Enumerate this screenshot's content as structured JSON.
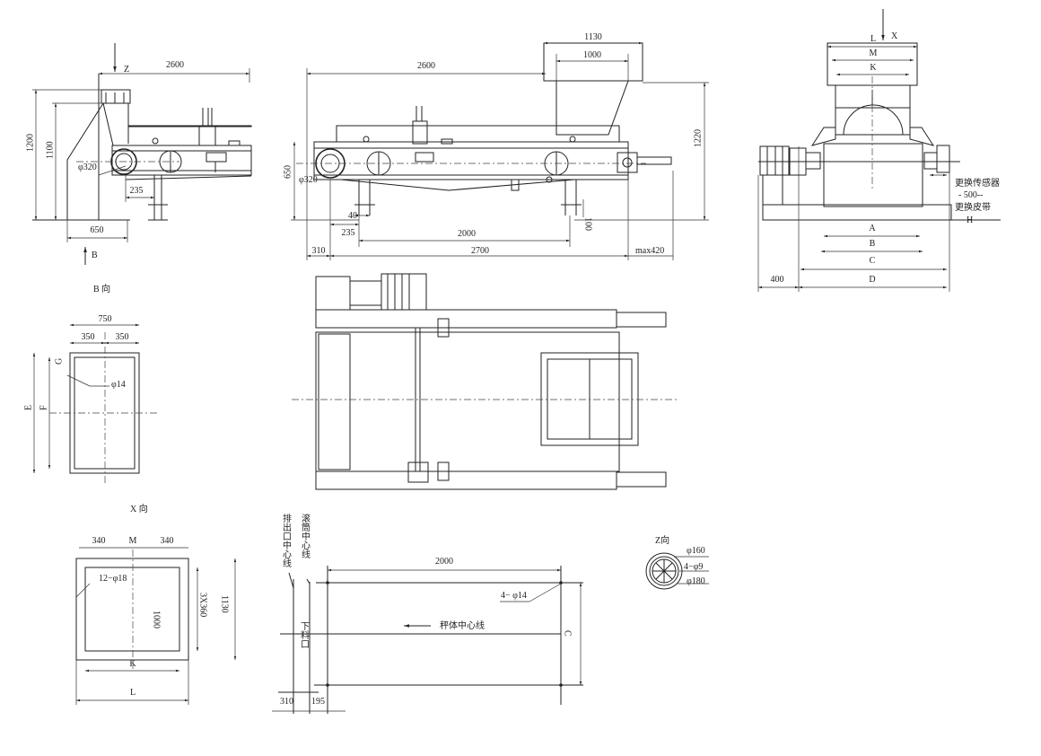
{
  "view_side_left": {
    "z": "Z",
    "dim_2600": "2600",
    "dim_1200": "1200",
    "dim_1100": "1100",
    "phi320": "φ320",
    "dim_235": "235",
    "dim_650": "650",
    "b_arrow": "B",
    "b_view": "B 向"
  },
  "view_front": {
    "dim_1130": "1130",
    "dim_1000": "1000",
    "dim_2600": "2600",
    "dim_1220": "1220",
    "dim_650": "650",
    "phi320": "φ320",
    "dim_40": "40",
    "dim_235": "235",
    "dim_2000": "2000",
    "dim_100": "100",
    "dim_310": "310",
    "dim_2700": "2700",
    "max420": "max420"
  },
  "view_end": {
    "l": "L",
    "x": "X",
    "m": "M",
    "k": "K",
    "replace_sensor": "更换传感器",
    "dim_500": "- 500--",
    "replace_belt": "更换皮带",
    "h": "H",
    "a": "A",
    "b": "B",
    "c": "C",
    "dim_400": "400",
    "d": "D"
  },
  "view_b": {
    "dim_750": "750",
    "dim_350a": "350",
    "dim_350b": "350",
    "g": "G",
    "phi14": "φ14",
    "e": "E",
    "f": "F",
    "x_view": "X 向"
  },
  "view_x": {
    "dim_340a": "340",
    "m": "M",
    "dim_340b": "340",
    "holes": "12−φ18",
    "dim_1000": "1000",
    "dim_3x360": "3X360",
    "dim_1130": "1130",
    "k": "K",
    "l": "L"
  },
  "foundation": {
    "outlet_center": "排出口中心线",
    "drum_center": "滚筒中心线",
    "dim_2000": "2000",
    "holes": "4− φ14",
    "scale_center": "秤体中心线",
    "c": "C",
    "feed_port": "下料口",
    "dim_310": "310",
    "dim_195": "195"
  },
  "view_z": {
    "title": "Z向",
    "phi160": "φ160",
    "holes": "4−φ9",
    "phi180": "φ180"
  }
}
